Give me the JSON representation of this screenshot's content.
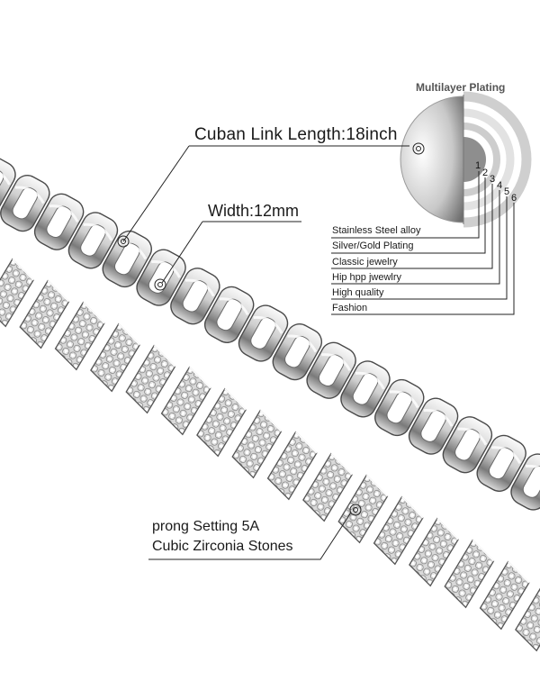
{
  "callouts": {
    "length": "Cuban Link Length:18inch",
    "width": "Width:12mm",
    "prong_line1": "prong Setting 5A",
    "prong_line2": "Cubic Zirconia Stones"
  },
  "plating_diagram": {
    "title": "Multilayer Plating",
    "layer_numbers": [
      "1",
      "2",
      "3",
      "4",
      "5",
      "6"
    ],
    "layers": [
      "Stainless Steel alloy",
      "Silver/Gold Plating",
      "Classic jewelry",
      "Hip hpp jwewlry",
      "High quality",
      "Fashion"
    ]
  },
  "colors": {
    "metal_light": "#f2f2f2",
    "metal_mid": "#b8b8b8",
    "metal_dark": "#555555",
    "text": "#1a1a1a"
  }
}
